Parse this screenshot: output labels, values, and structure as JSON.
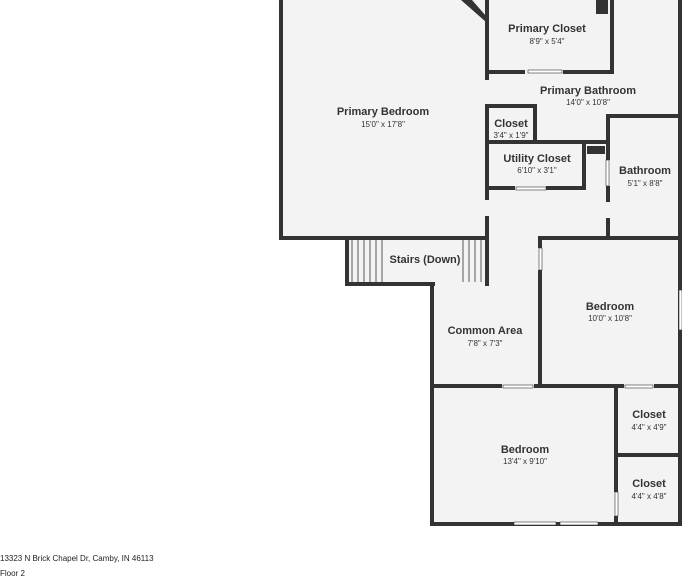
{
  "rooms": {
    "primary_closet": {
      "name": "Primary Closet",
      "dims": "8'9\" x 5'4\""
    },
    "primary_bedroom": {
      "name": "Primary Bedroom",
      "dims": "15'0\" x 17'8\""
    },
    "primary_bathroom": {
      "name": "Primary Bathroom",
      "dims": "14'0\" x 10'8\""
    },
    "closet_small": {
      "name": "Closet",
      "dims": "3'4\" x 1'9\""
    },
    "utility_closet": {
      "name": "Utility Closet",
      "dims": "6'10\" x 3'1\""
    },
    "bathroom": {
      "name": "Bathroom",
      "dims": "5'1\" x 8'8\""
    },
    "stairs": {
      "name": "Stairs (Down)"
    },
    "bedroom_right": {
      "name": "Bedroom",
      "dims": "10'0\" x 10'8\""
    },
    "common_area": {
      "name": "Common Area",
      "dims": "7'8\" x 7'3\""
    },
    "bedroom_bottom": {
      "name": "Bedroom",
      "dims": "13'4\" x 9'10\""
    },
    "closet_upper": {
      "name": "Closet",
      "dims": "4'4\" x 4'9\""
    },
    "closet_lower": {
      "name": "Closet",
      "dims": "4'4\" x 4'8\""
    }
  },
  "footer": {
    "address": "13323 N Brick Chapel Dr, Camby, IN 46113",
    "floor": "Floor 2"
  }
}
